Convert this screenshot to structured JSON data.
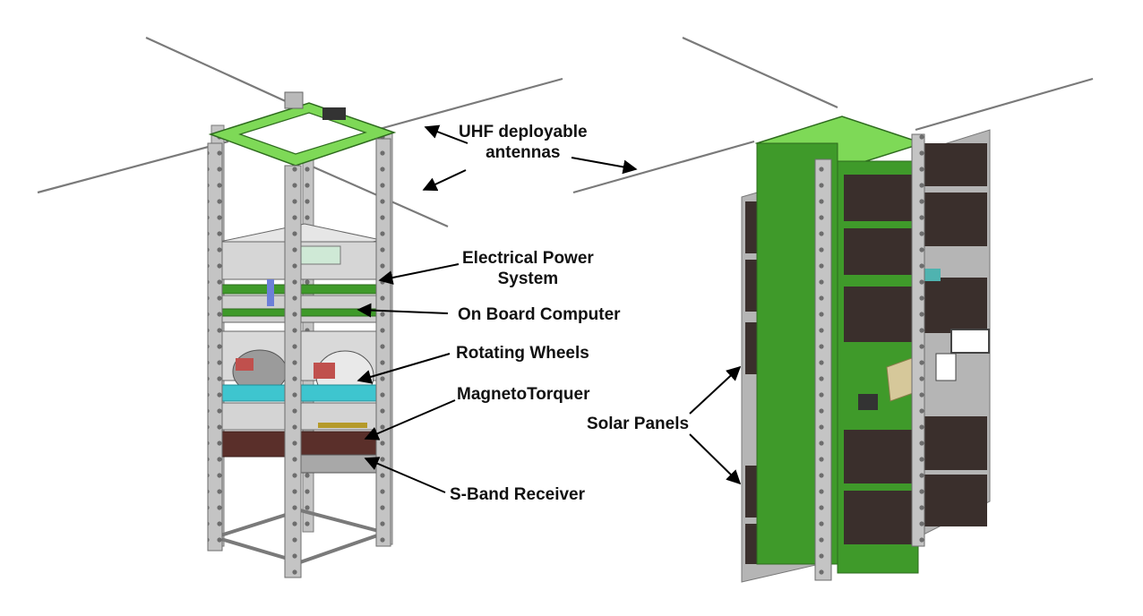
{
  "labels": {
    "uhf_antennas": "UHF deployable\nantennas",
    "eps": "Electrical Power\nSystem",
    "obc": "On Board Computer",
    "wheels": "Rotating Wheels",
    "magnetorquer": "MagnetoTorquer",
    "sband": "S-Band Receiver",
    "solar": "Solar Panels"
  },
  "colors": {
    "pcb_green": "#3f9a2a",
    "pcb_light": "#7ed957",
    "frame": "#bfbfbf",
    "frame_dark": "#8c8c8c",
    "solar_cell": "#3a2f2c",
    "panel": "#b0b0b0",
    "arrow": "#000000"
  }
}
